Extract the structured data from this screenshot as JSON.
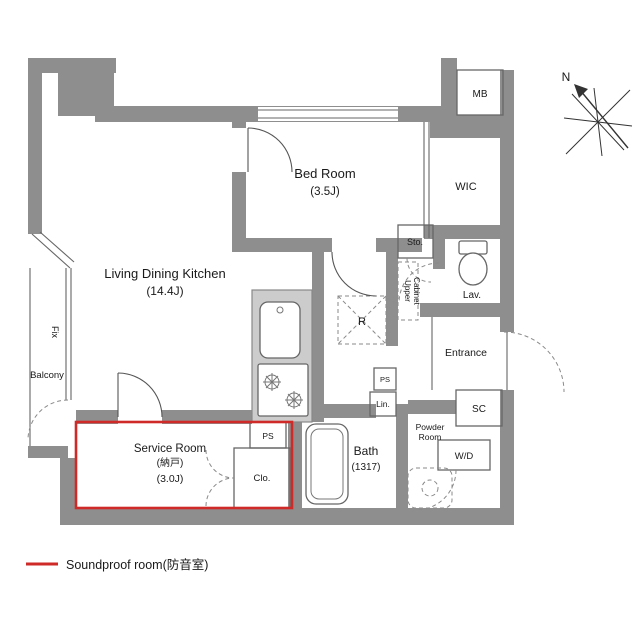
{
  "colors": {
    "wall": "#8e8e8e",
    "red": "#cf2a28"
  },
  "legend": {
    "label": "Soundproof room(防音室)"
  },
  "compass": {
    "label": "N"
  },
  "rooms": {
    "ldk": {
      "name": "Living Dining Kitchen",
      "size": "(14.4J)"
    },
    "bedroom": {
      "name": "Bed Room",
      "size": "(3.5J)"
    },
    "service": {
      "name": "Service Room",
      "kanji": "(納戸)",
      "size": "(3.0J)"
    },
    "bath": {
      "name": "Bath",
      "size": "(1317)"
    },
    "wic": "WIC",
    "mb": "MB",
    "sto": "Sto.",
    "lav": "Lav.",
    "upper_cabinet_1": "Upper",
    "upper_cabinet_2": "Cabinet",
    "fridge": "R",
    "entrance": "Entrance",
    "sc": "SC",
    "fix": "Fix",
    "balcony": "Balcony",
    "ps_a": "PS",
    "ps_b": "PS",
    "clo": "Clo.",
    "lin": "Lin.",
    "powder_1": "Powder",
    "powder_2": "Room",
    "wd": "W/D"
  }
}
